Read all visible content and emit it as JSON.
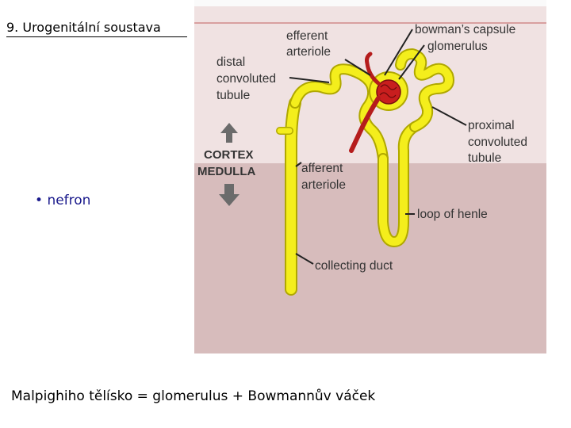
{
  "title": "9. Urogenitální soustava",
  "bullet": {
    "marker": "•",
    "text": "nefron"
  },
  "caption": "Malpighiho tělísko = glomerulus + Bowmannův váček",
  "diagram": {
    "labels": {
      "efferent_arteriole": [
        "efferent",
        "arteriole"
      ],
      "bowmans_capsule": "bowman’s capsule",
      "glomerulus": "glomerulus",
      "distal_tubule": [
        "distal",
        "convoluted",
        "tubule"
      ],
      "proximal_tubule": [
        "proximal",
        "convoluted",
        "tubule"
      ],
      "cortex": "CORTEX",
      "medulla": "MEDULLA",
      "afferent_arteriole": [
        "afferent",
        "arteriole"
      ],
      "loop_of_henle": "loop of henle",
      "collecting_duct": "collecting duct"
    },
    "colors": {
      "cortex_bg": "#f0e2e2",
      "medulla_bg": "#d7bcbc",
      "tubule": "#f4ee1c",
      "tubule_outline": "#b0a800",
      "vessel": "#b51c1c",
      "arrow": "#6b6b6b"
    }
  }
}
